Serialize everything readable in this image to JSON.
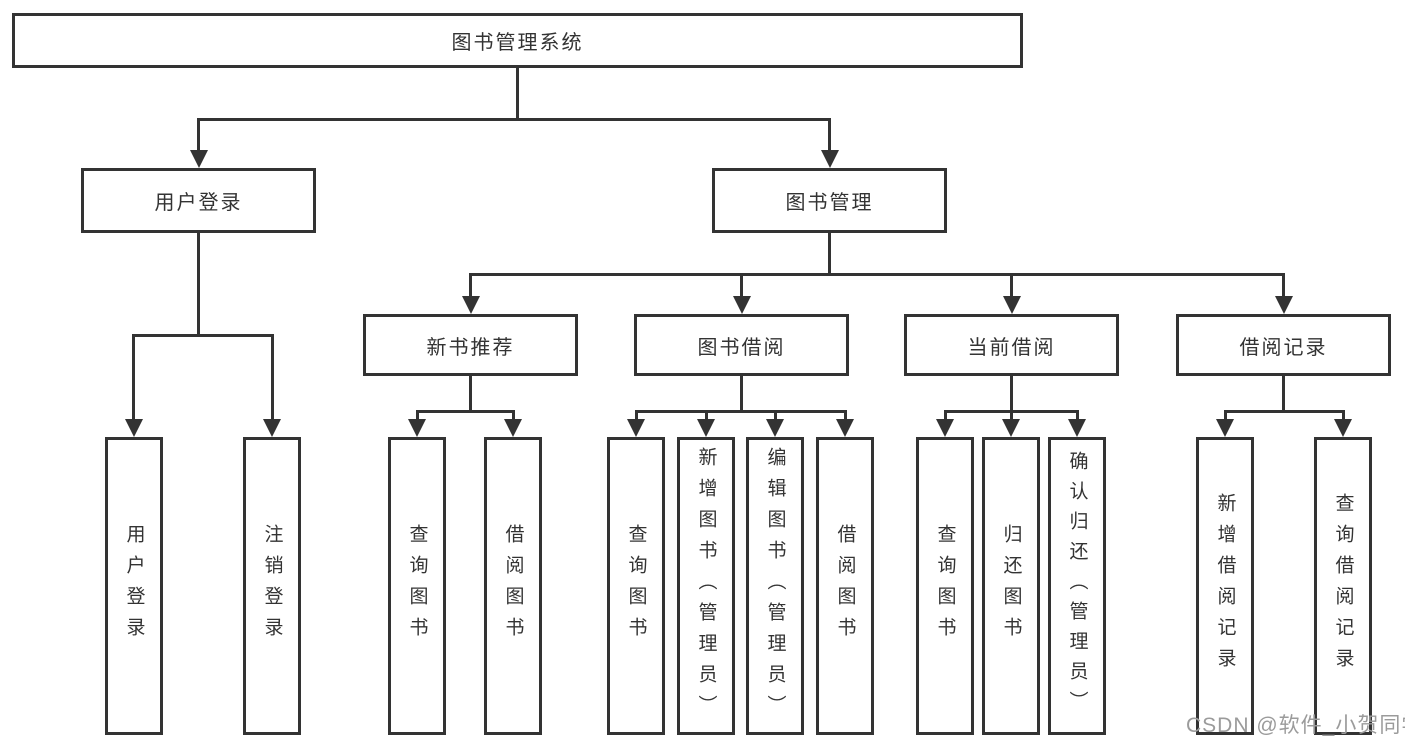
{
  "diagram": {
    "root": "图书管理系统",
    "level2": {
      "user_login": "用户登录",
      "book_mgmt": "图书管理"
    },
    "level3": {
      "new_book_rec": "新书推荐",
      "book_borrow": "图书借阅",
      "current_borrow": "当前借阅",
      "borrow_records": "借阅记录"
    },
    "leaves": {
      "user_login": [
        "用户登录",
        "注销登录"
      ],
      "new_book_rec": [
        "查询图书",
        "借阅图书"
      ],
      "book_borrow": [
        "查询图书",
        "新增图书（管理员）",
        "编辑图书（管理员）",
        "借阅图书"
      ],
      "current_borrow": [
        "查询图书",
        "归还图书",
        "确认归还（管理员）"
      ],
      "borrow_records": [
        "新增借阅记录",
        "查询借阅记录"
      ]
    }
  },
  "watermark": "CSDN @软件_小贺同学",
  "colors": {
    "line": "#333333",
    "box_border": "#333333",
    "box_fill": "#ffffff",
    "text": "#333333",
    "watermark": "#9b9b9b",
    "background": "#ffffff"
  }
}
